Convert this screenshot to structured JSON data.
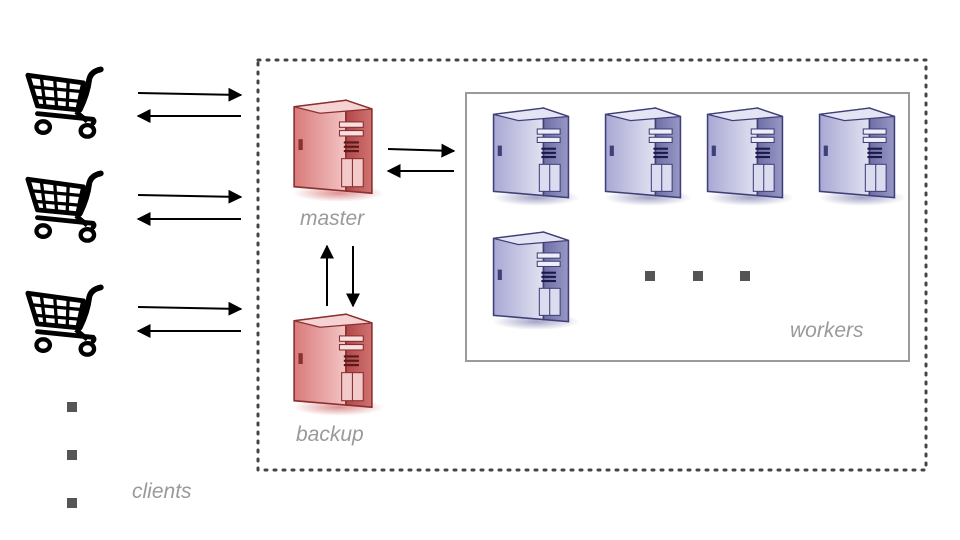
{
  "labels": {
    "master": "master",
    "backup": "backup",
    "workers": "workers",
    "clients": "clients"
  },
  "colors": {
    "master_server": "#e8a0a0",
    "worker_server": "#c4c4e4",
    "arrow": "#000000",
    "boundary": "#444444",
    "workers_box": "#9a9a9a",
    "label_text": "#9a9a9a",
    "ellipsis_dot": "#555555"
  },
  "icons": {
    "client": "shopping-cart-icon",
    "master": "server-icon",
    "backup": "server-icon",
    "worker": "server-icon"
  },
  "counts": {
    "clients_shown": 3,
    "workers_shown": 5
  }
}
